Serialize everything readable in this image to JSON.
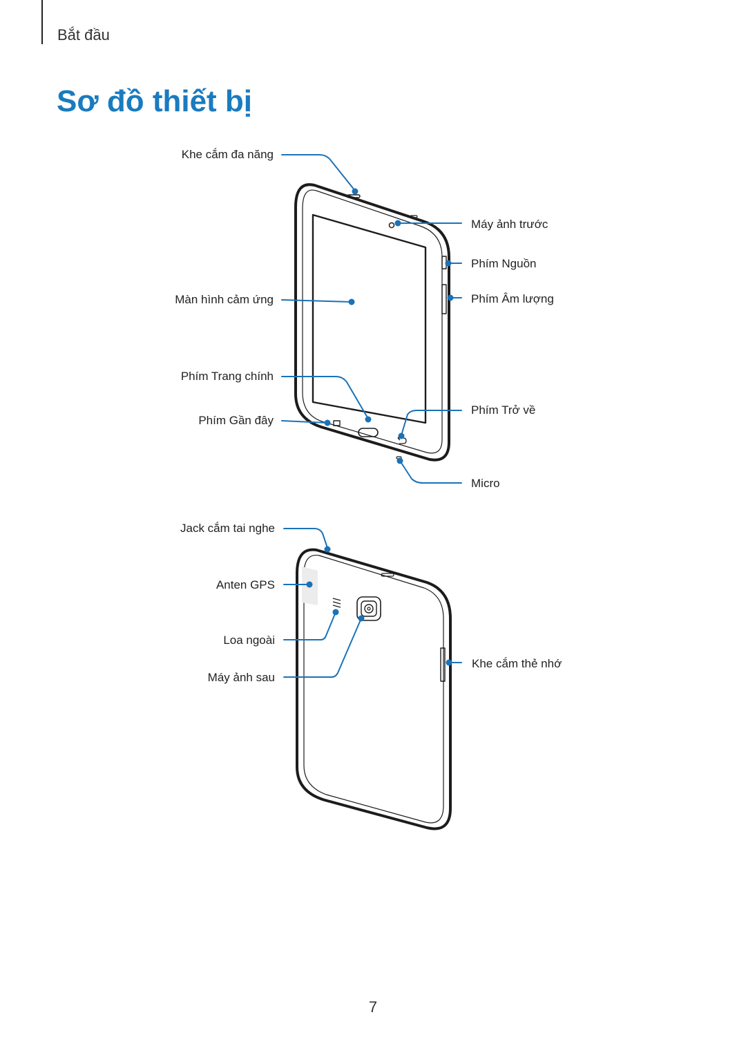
{
  "header": {
    "section": "Bắt đầu",
    "title": "Sơ đồ thiết bị"
  },
  "front_labels": {
    "multipurpose_jack": "Khe cắm đa năng",
    "touch_screen": "Màn hình cảm ứng",
    "home_key": "Phím Trang chính",
    "recent_key": "Phím Gần đây",
    "front_camera": "Máy ảnh trước",
    "power_key": "Phím Nguồn",
    "volume_key": "Phím Âm lượng",
    "back_key": "Phím Trở về",
    "microphone": "Micro"
  },
  "back_labels": {
    "headset_jack": "Jack cắm tai nghe",
    "gps_antenna": "Anten GPS",
    "speaker": "Loa ngoài",
    "rear_camera": "Máy ảnh sau",
    "memory_slot": "Khe cắm thẻ nhớ"
  },
  "footer": {
    "page_number": "7"
  },
  "colors": {
    "accent": "#1a7bbf",
    "callout": "#1a72b8",
    "outline": "#1c1c1c"
  }
}
